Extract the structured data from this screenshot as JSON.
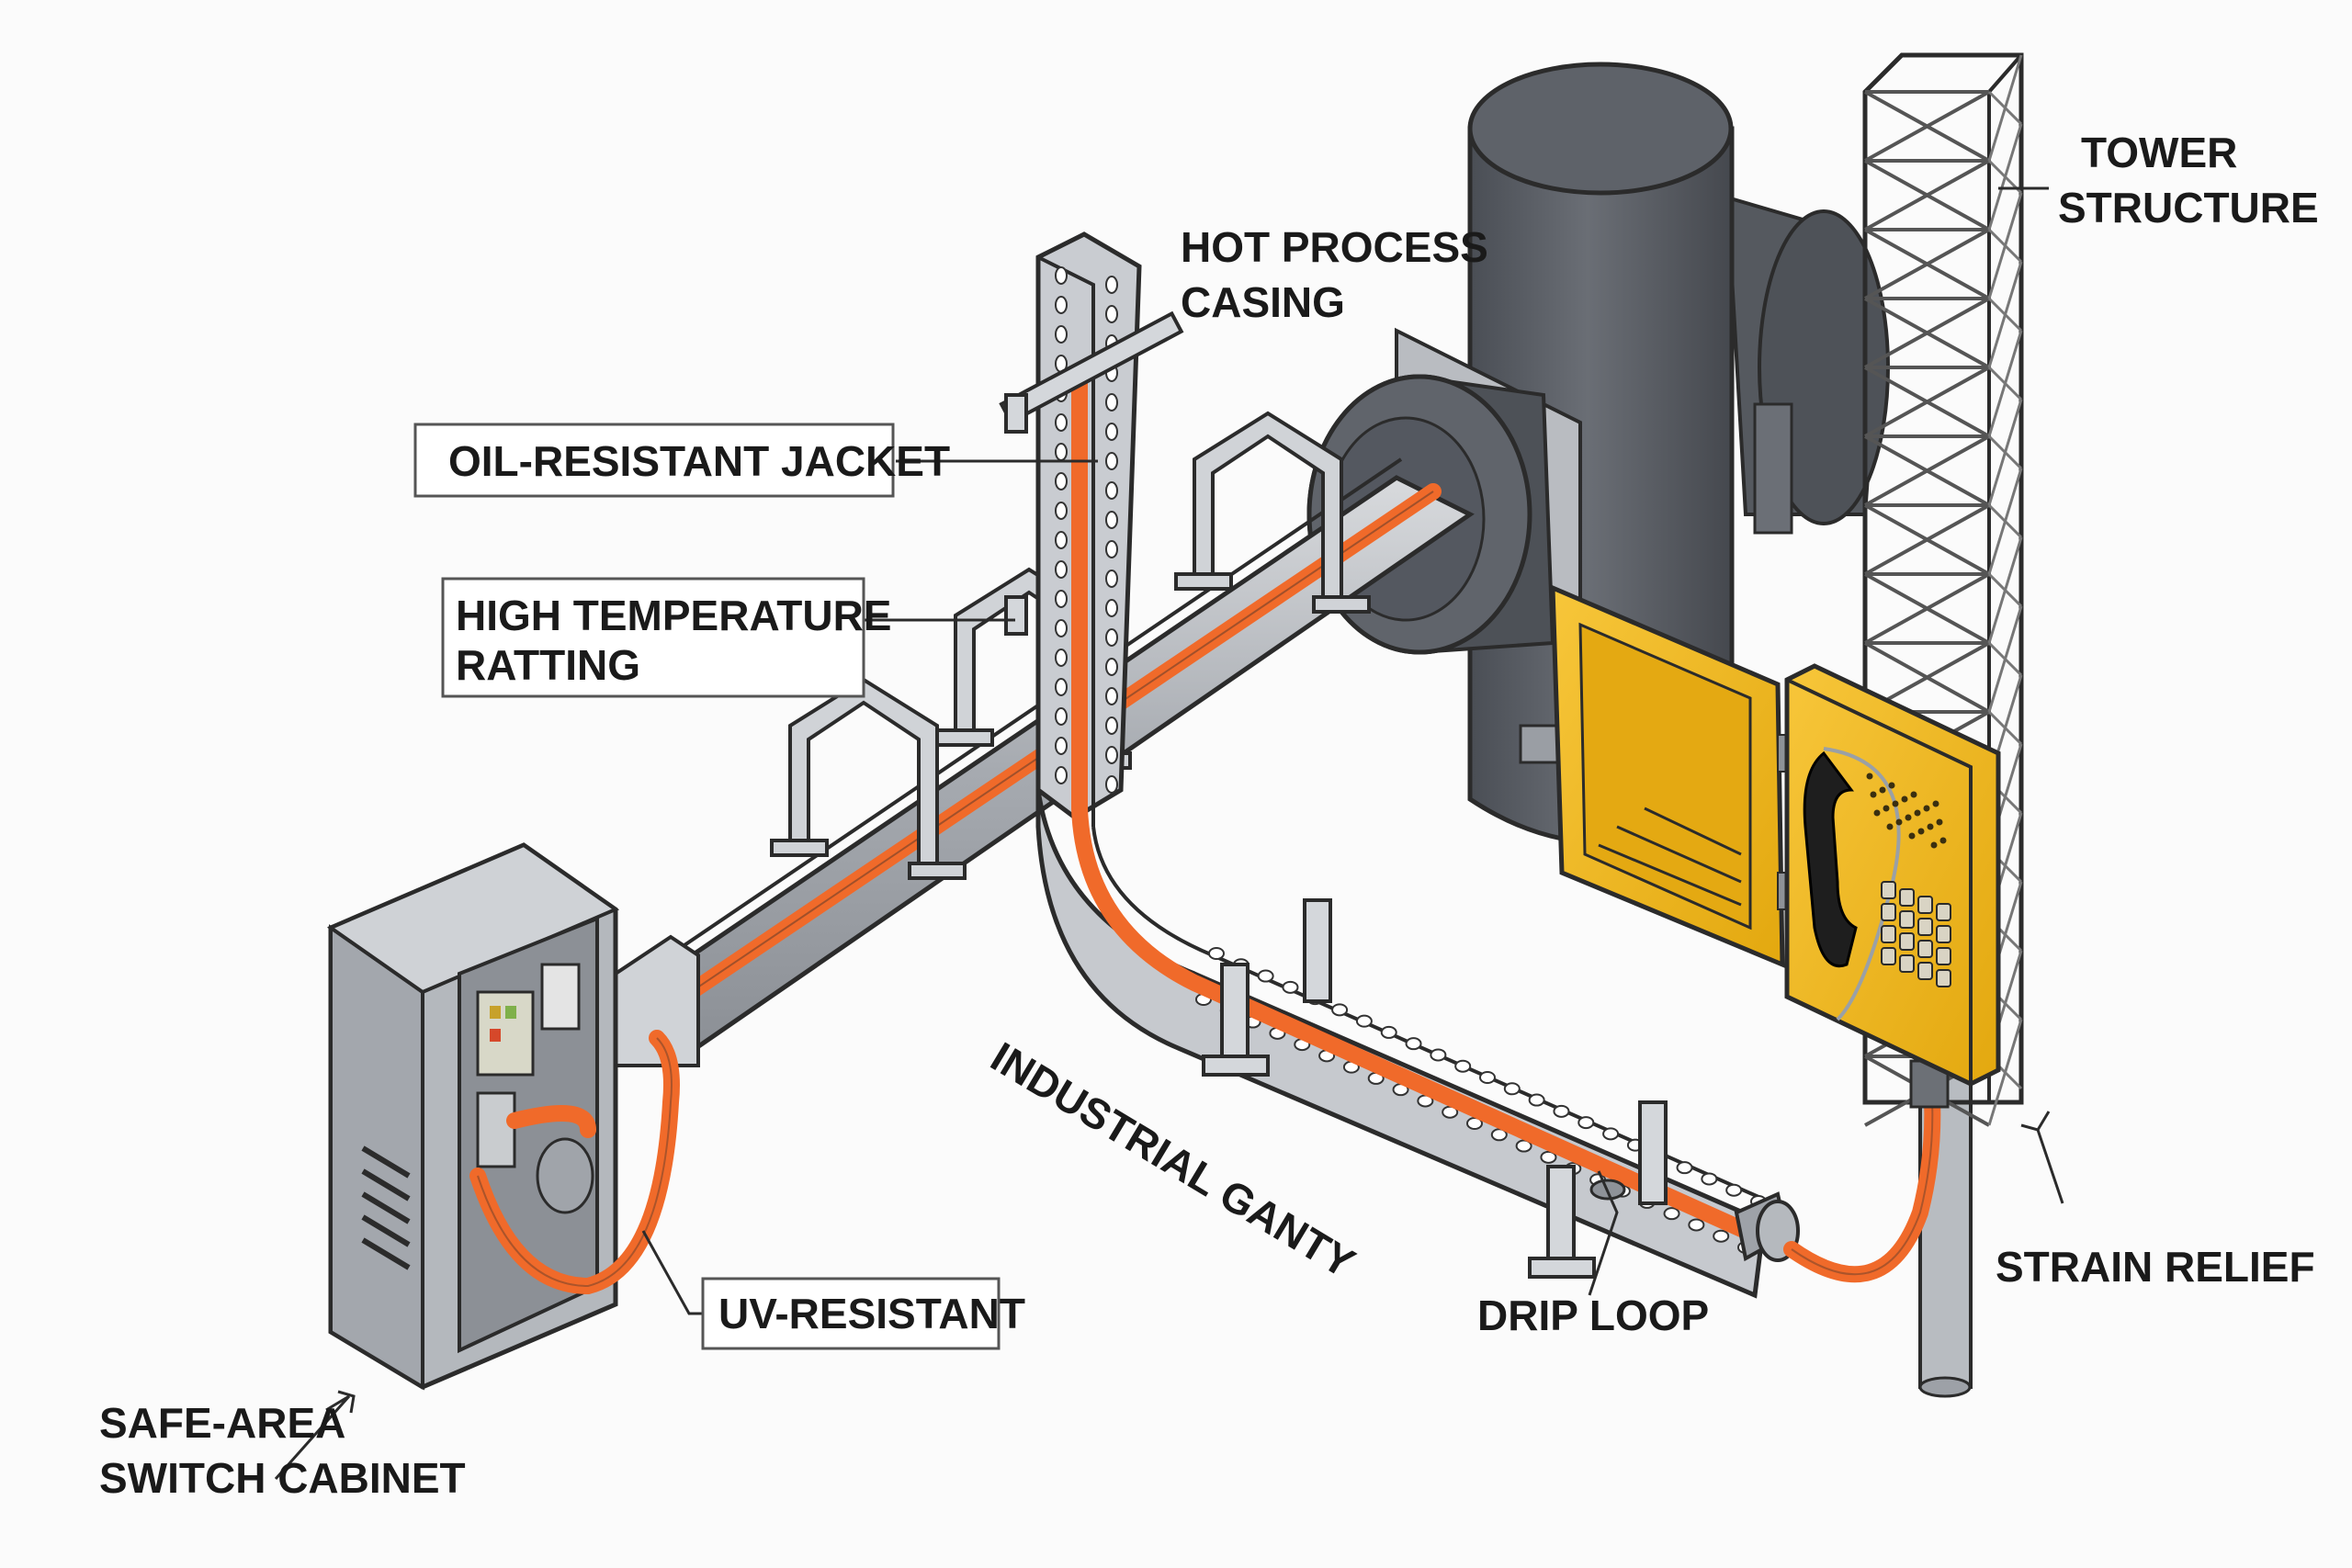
{
  "labels": {
    "hot_process_casing": [
      "HOT PROCESS",
      "CASING"
    ],
    "tower_structure": [
      "TOWER",
      "STRUCTURE"
    ],
    "oil_resistant_jacket": "OIL-RESISTANT JACKET",
    "high_temperature_rating": [
      "HIGH TEMPERATURE",
      "RATTING"
    ],
    "industrial_gantry": "INDUSTRIAL GANTY",
    "uv_resistant": "UV-RESISTANT",
    "drip_loop": "DRIP LOOP",
    "strain_relief": "STRAIN RELIEF",
    "safe_area_switch_cabinet": [
      "SAFE-AREA",
      "SWITCH CABINET"
    ]
  },
  "colors": {
    "cable": "#f06a2a",
    "enclosure_yellow": "#f2b820",
    "casing_dark": "#5b5f66",
    "steel_light": "#c9ccd1",
    "steel_mid": "#a9adb3",
    "outline": "#2b2b2b"
  },
  "icons": [
    "telephone-handset-icon",
    "keypad-icon",
    "speaker-grille-icon",
    "louver-vent-icon"
  ]
}
